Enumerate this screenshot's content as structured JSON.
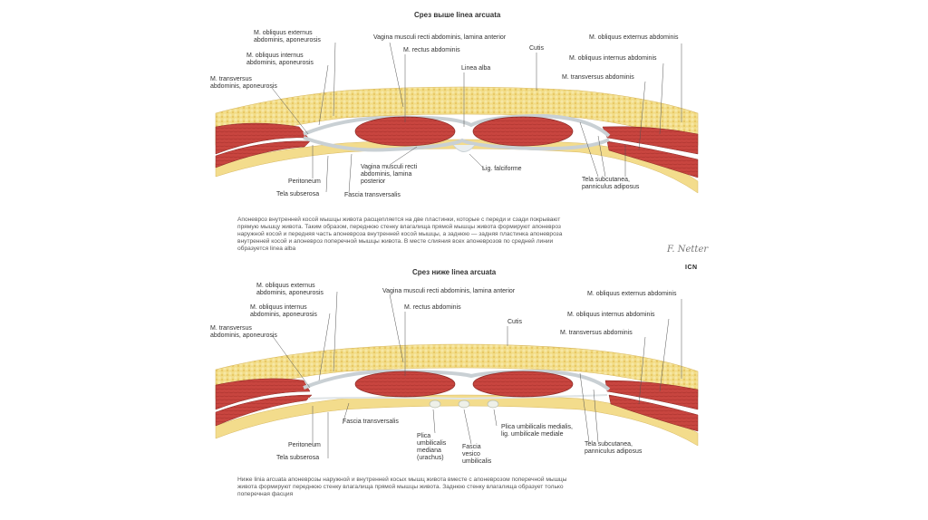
{
  "colors": {
    "fat": "#f0d77a",
    "muscle": "#c8453f",
    "fascia": "#d9dde0",
    "skin": "#f4dfa0"
  },
  "top": {
    "title": "Срез выше linea arcuata",
    "labels": {
      "ext_apo": [
        "M. obliquus externus",
        "abdominis, aponeurosis"
      ],
      "int_apo": [
        "M. obliquus internus",
        "abdominis, aponeurosis"
      ],
      "trans_apo": [
        "M. transversus",
        "abdominis, aponeurosis"
      ],
      "vagina_ant": "Vagina musculi recti abdominis, lamina anterior",
      "rectus": "M. rectus abdominis",
      "linea_alba": "Linea alba",
      "cutis": "Cutis",
      "ext": "M. obliquus externus abdominis",
      "int": "M. obliquus internus abdominis",
      "trans": "M. transversus abdominis",
      "peritoneum": "Peritoneum",
      "tela_subserosa": "Tela subserosa",
      "fascia_trans": "Fascia transversalis",
      "vagina_post": [
        "Vagina musculi recti",
        "abdominis, lamina",
        "posterior"
      ],
      "lig_falc": "Lig. falciforme",
      "tela_subcut": [
        "Tela subcutanea,",
        "panniculus adiposus"
      ]
    },
    "caption": [
      "Апоневроз внутренней косой мышцы живота расщепляется на две пластинки, которые с переди и сзади покрывают",
      "прямую мышцу живота. Таким образом, переднюю стенку влагалища прямой мышцы живота формируют апоневроз",
      "наружной косой и передняя часть апоневроза внутренней косой мышцы, а заднюю — задняя пластинка апоневроза",
      "внутренней косой и апоневроз поперечной мышцы живота. В месте слияния всех апоневрозов по средней линии",
      "образуется linea alba"
    ]
  },
  "bottom": {
    "title": "Срез ниже linea arcuata",
    "labels": {
      "ext_apo": [
        "M. obliquus externus",
        "abdominis, aponeurosis"
      ],
      "int_apo": [
        "M. obliquus internus",
        "abdominis, aponeurosis"
      ],
      "trans_apo": [
        "M. transversus",
        "abdominis, aponeurosis"
      ],
      "vagina_ant": "Vagina musculi recti abdominis, lamina anterior",
      "rectus": "M. rectus abdominis",
      "cutis": "Cutis",
      "ext": "M. obliquus externus abdominis",
      "int": "M. obliquus internus abdominis",
      "trans": "M. transversus abdominis",
      "fascia_trans": "Fascia transversalis",
      "peritoneum": "Peritoneum",
      "tela_subserosa": "Tela subserosa",
      "plica_med": [
        "Plica",
        "umbilicalis",
        "mediana",
        "(urachus)"
      ],
      "fascia_vesico": [
        "Fascia",
        "vesico",
        "umbilicalis"
      ],
      "plica_medialis": [
        "Plica umbilicalis medialis,",
        "lig. umbilicale mediale"
      ],
      "tela_subcut": [
        "Tela subcutanea,",
        "panniculus adiposus"
      ]
    },
    "caption": [
      "Ниже linia arcuata апоневрозы наружной и внутренней косых мышц живота вместе с апоневрозом поперечной мышцы",
      "живота формируют переднюю стенку влагалища прямой мышцы живота. Заднюю стенку влагалища образует только",
      "поперечная фасция"
    ]
  },
  "signature": "F. Netter",
  "logo": "ICN"
}
